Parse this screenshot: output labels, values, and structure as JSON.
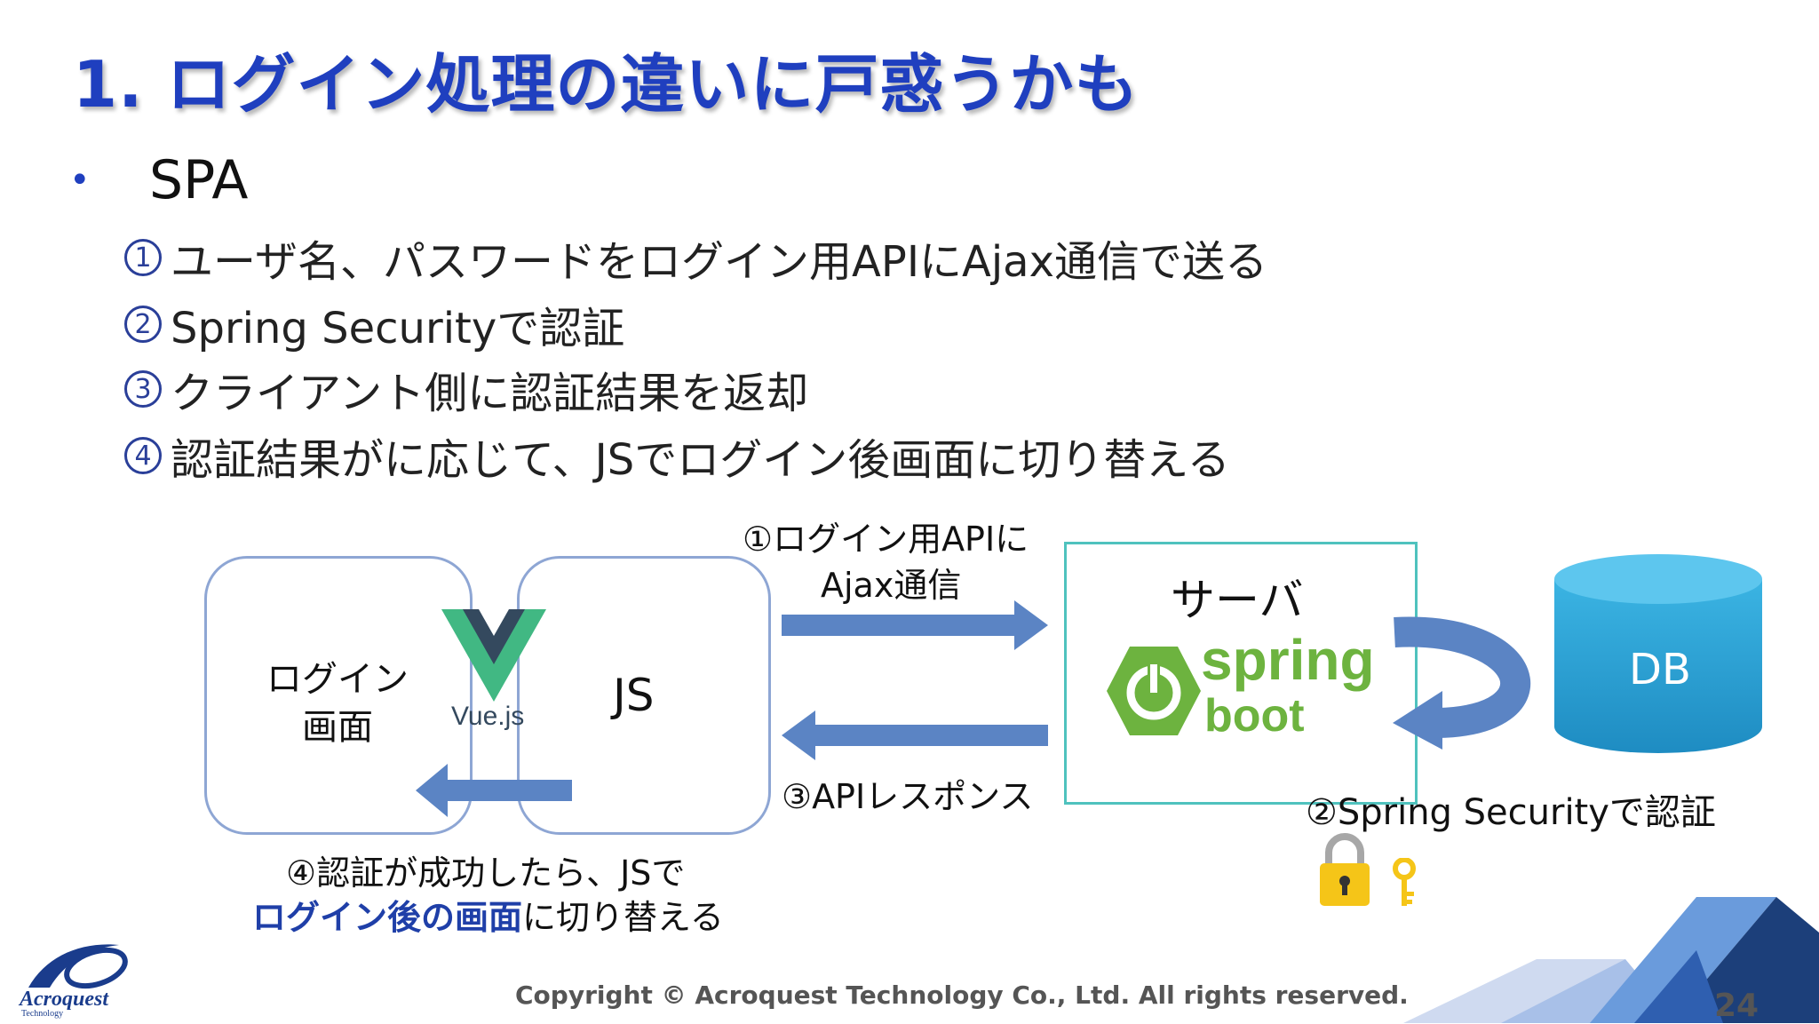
{
  "slide": {
    "title": "1. ログイン処理の違いに戸惑うかも",
    "bullet": "•",
    "bullet_label": "SPA",
    "steps": [
      {
        "num": "1",
        "text": "ユーザ名、パスワードをログイン用APIにAjax通信で送る"
      },
      {
        "num": "2",
        "text": "Spring Securityで認証"
      },
      {
        "num": "3",
        "text": "クライアント側に認証結果を返却"
      },
      {
        "num": "4",
        "text": "認証結果がに応じて、JSでログイン後画面に切り替える"
      }
    ]
  },
  "diagram": {
    "login_screen_line1": "ログイン",
    "login_screen_line2": "画面",
    "vue_label": "Vue.js",
    "js_label": "JS",
    "request_label_line1": "①ログイン用APIに",
    "request_label_line2": "Ajax通信",
    "response_label": "③APIレスポンス",
    "server_label": "サーバ",
    "spring_label": "spring",
    "boot_label": "boot",
    "db_label": "DB",
    "auth_label": "②Spring Securityで認証",
    "switch_label_line1": "④認証が成功したら、JSで",
    "switch_label_strong": "ログイン後の画面",
    "switch_label_rest": "に切り替える"
  },
  "footer": {
    "logo_text": "Acroquest",
    "logo_sub": "Technology",
    "copyright": "Copyright © Acroquest Technology Co., Ltd. All rights reserved.",
    "page_number": "24"
  },
  "colors": {
    "title": "#1f3fbf",
    "arrow": "#5b84c4",
    "server_border": "#4fc2be",
    "spring_green": "#6db33f",
    "db_blue": "#29a6d8",
    "vue_green": "#41b883",
    "vue_dark": "#34495e"
  }
}
